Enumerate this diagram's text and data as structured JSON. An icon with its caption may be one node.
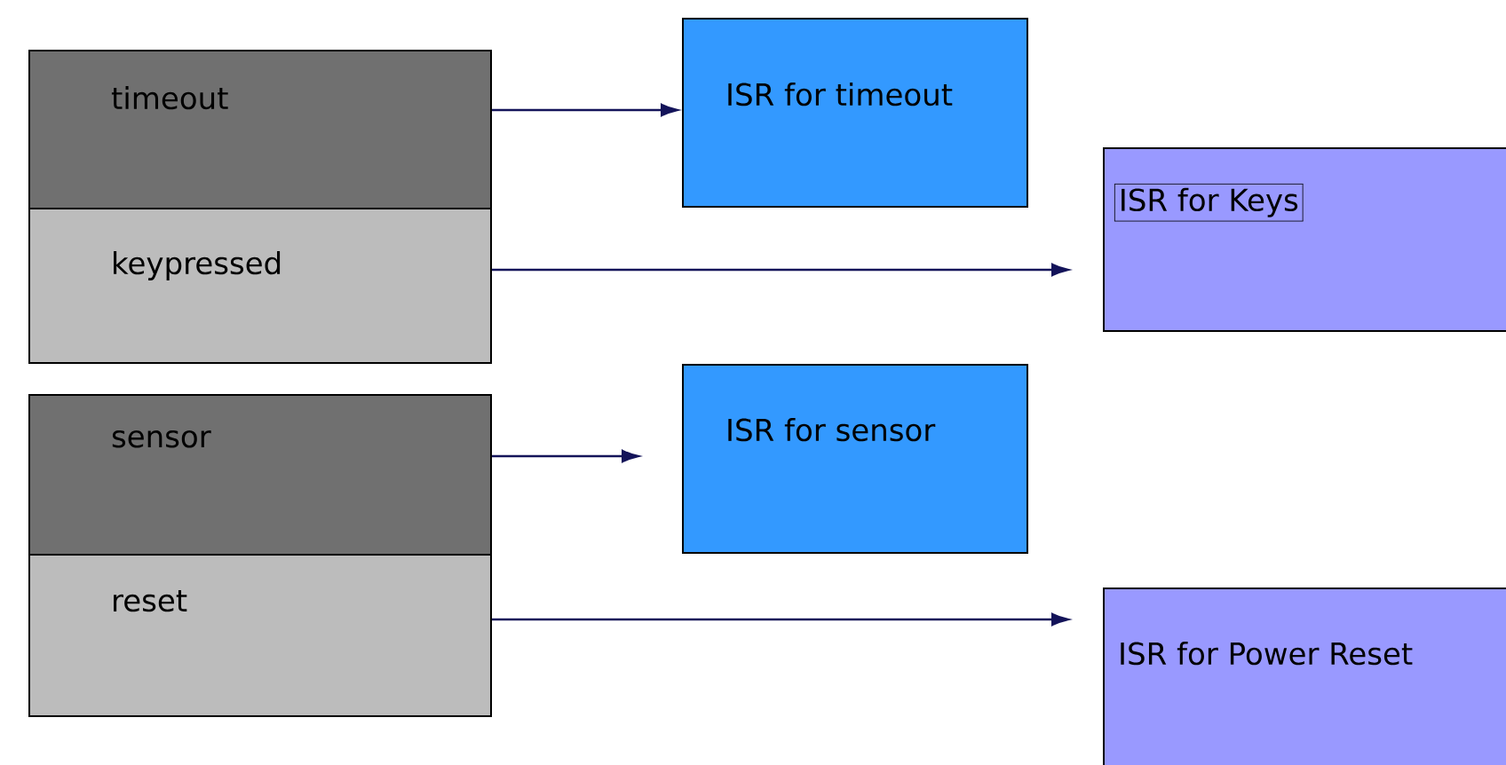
{
  "diagram": {
    "nodes": [
      {
        "text": [
          "timeout"
        ]
      },
      {
        "text": [
          "keypressed"
        ]
      },
      {
        "text": [
          "ISR for timeout"
        ]
      },
      {
        "text": [
          "ISR for Keys"
        ]
      },
      {
        "text": [
          "sensor"
        ]
      },
      {
        "text": [
          "reset"
        ]
      },
      {
        "text": [
          "ISR for sensor"
        ]
      },
      {
        "text": [
          "ISR for Power Reset"
        ]
      }
    ],
    "edges": [
      {
        "from": 0,
        "to": 2,
        "arrow": "to"
      },
      {
        "from": 1,
        "to": 3,
        "arrow": "to"
      },
      {
        "from": 4,
        "to": 6,
        "arrow": "to"
      },
      {
        "from": 5,
        "to": 7,
        "arrow": "to"
      }
    ]
  }
}
